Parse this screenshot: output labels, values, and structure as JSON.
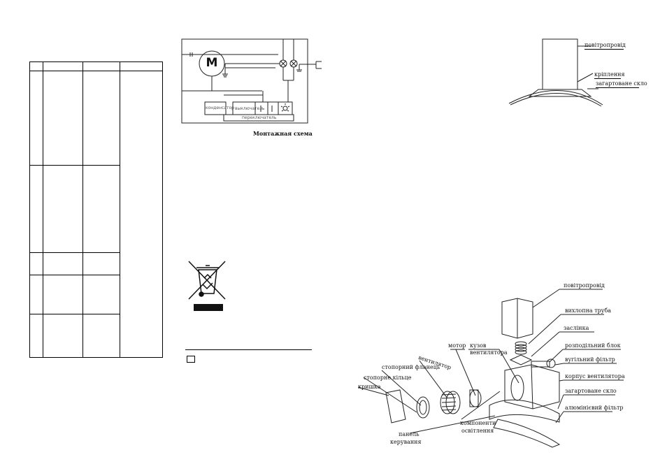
{
  "circuit": {
    "motor_letter": "M",
    "capacitor_label": "конденсатор",
    "switch_label": "выключатель",
    "selector_label": "переключатель",
    "caption": "Монтажная схема"
  },
  "hood_side_labels": {
    "duct": "повітропровід",
    "bolt": "кріплення",
    "glass": "загартоване скло"
  },
  "exploded_labels": {
    "duct": "повітропровід",
    "outlet_pipe": "вихлопна труба",
    "damper": "заслінка",
    "control_unit": "розподільний блок",
    "charcoal_filter": "вугільний фільтр",
    "fan_housing": "корпус вентилятора",
    "glass": "загартоване скло",
    "aluminum_filter": "алюмінієвий фільтр",
    "fan_cover_a": "кузов",
    "fan_cover_b": "вентилятора",
    "motor": "мотор",
    "fan": "вентилятор",
    "fixing_flange": "стопорний фланець",
    "fixing_ring": "стопорне кільце",
    "cover": "кришка",
    "control_panel_a": "панель",
    "control_panel_b": "керування",
    "lighting_a": "компоненти",
    "lighting_b": "освітлення"
  }
}
